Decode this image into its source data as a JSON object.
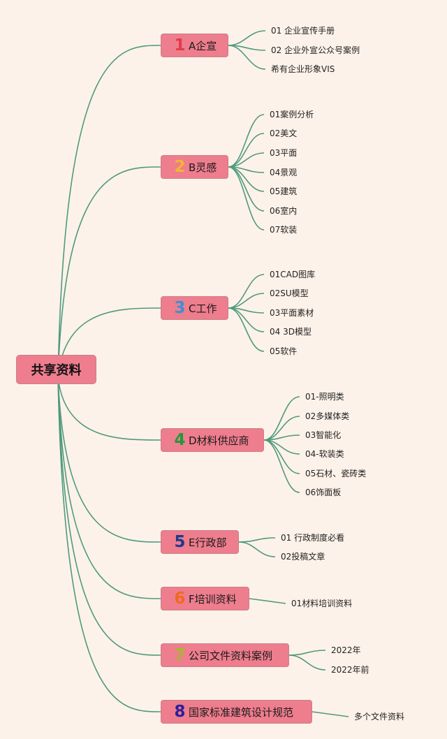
{
  "colors": {
    "background": "#fdf2ea",
    "node_fill": "#ee7d8d",
    "connector": "#4f9a7c"
  },
  "root": {
    "label": "共享资料"
  },
  "branches": [
    {
      "num": "1",
      "num_color": "#e53b49",
      "label": "A企宣",
      "items": [
        "01 企业宣传手册",
        "02 企业外宣公众号案例",
        "希有企业形象VIS"
      ]
    },
    {
      "num": "2",
      "num_color": "#f2b632",
      "label": "B灵感",
      "items": [
        "01案例分析",
        "02美文",
        "03平面",
        "04景观",
        "05建筑",
        "06室内",
        "07软装"
      ]
    },
    {
      "num": "3",
      "num_color": "#3b8fd8",
      "label": "C工作",
      "items": [
        "01CAD图库",
        "02SU模型",
        "03平面素材",
        "04 3D模型",
        "05软件"
      ]
    },
    {
      "num": "4",
      "num_color": "#1f9a3c",
      "label": "D材料供应商",
      "items": [
        "01-照明类",
        "02多媒体类",
        "03智能化",
        "04-软装类",
        "05石材、瓷砖类",
        "06饰面板"
      ]
    },
    {
      "num": "5",
      "num_color": "#1d3a8f",
      "label": "E行政部",
      "items": [
        "01 行政制度必看",
        "02投稿文章"
      ]
    },
    {
      "num": "6",
      "num_color": "#ef6a1e",
      "label": "F培训资料",
      "items": [
        "01材料培训资料"
      ]
    },
    {
      "num": "7",
      "num_color": "#a5b82e",
      "label": "公司文件资料案例",
      "items": [
        "2022年",
        "2022年前"
      ]
    },
    {
      "num": "8",
      "num_color": "#2b1f9a",
      "label": "国家标准建筑设计规范",
      "items": [
        "多个文件资料"
      ]
    }
  ]
}
